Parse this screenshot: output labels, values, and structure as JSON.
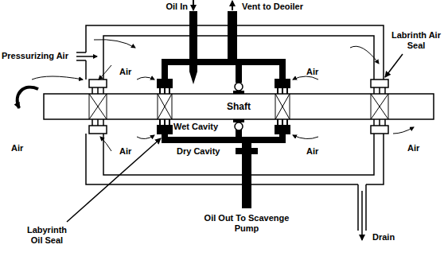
{
  "diagram": {
    "nodes": [
      {
        "text": [
          "Shaft"
        ]
      }
    ],
    "labels": [
      "Oil In",
      "Vent to Deoiler",
      "Pressurizing Air",
      "Labrinth Air Seal",
      "Air",
      "Air",
      "Air",
      "Air",
      "Wet Cavity",
      "Dry Cavity",
      "Air",
      "Air",
      "Labyrinth Oil Seal",
      "Oil Out To Scavenge Pump",
      "Drain"
    ]
  }
}
